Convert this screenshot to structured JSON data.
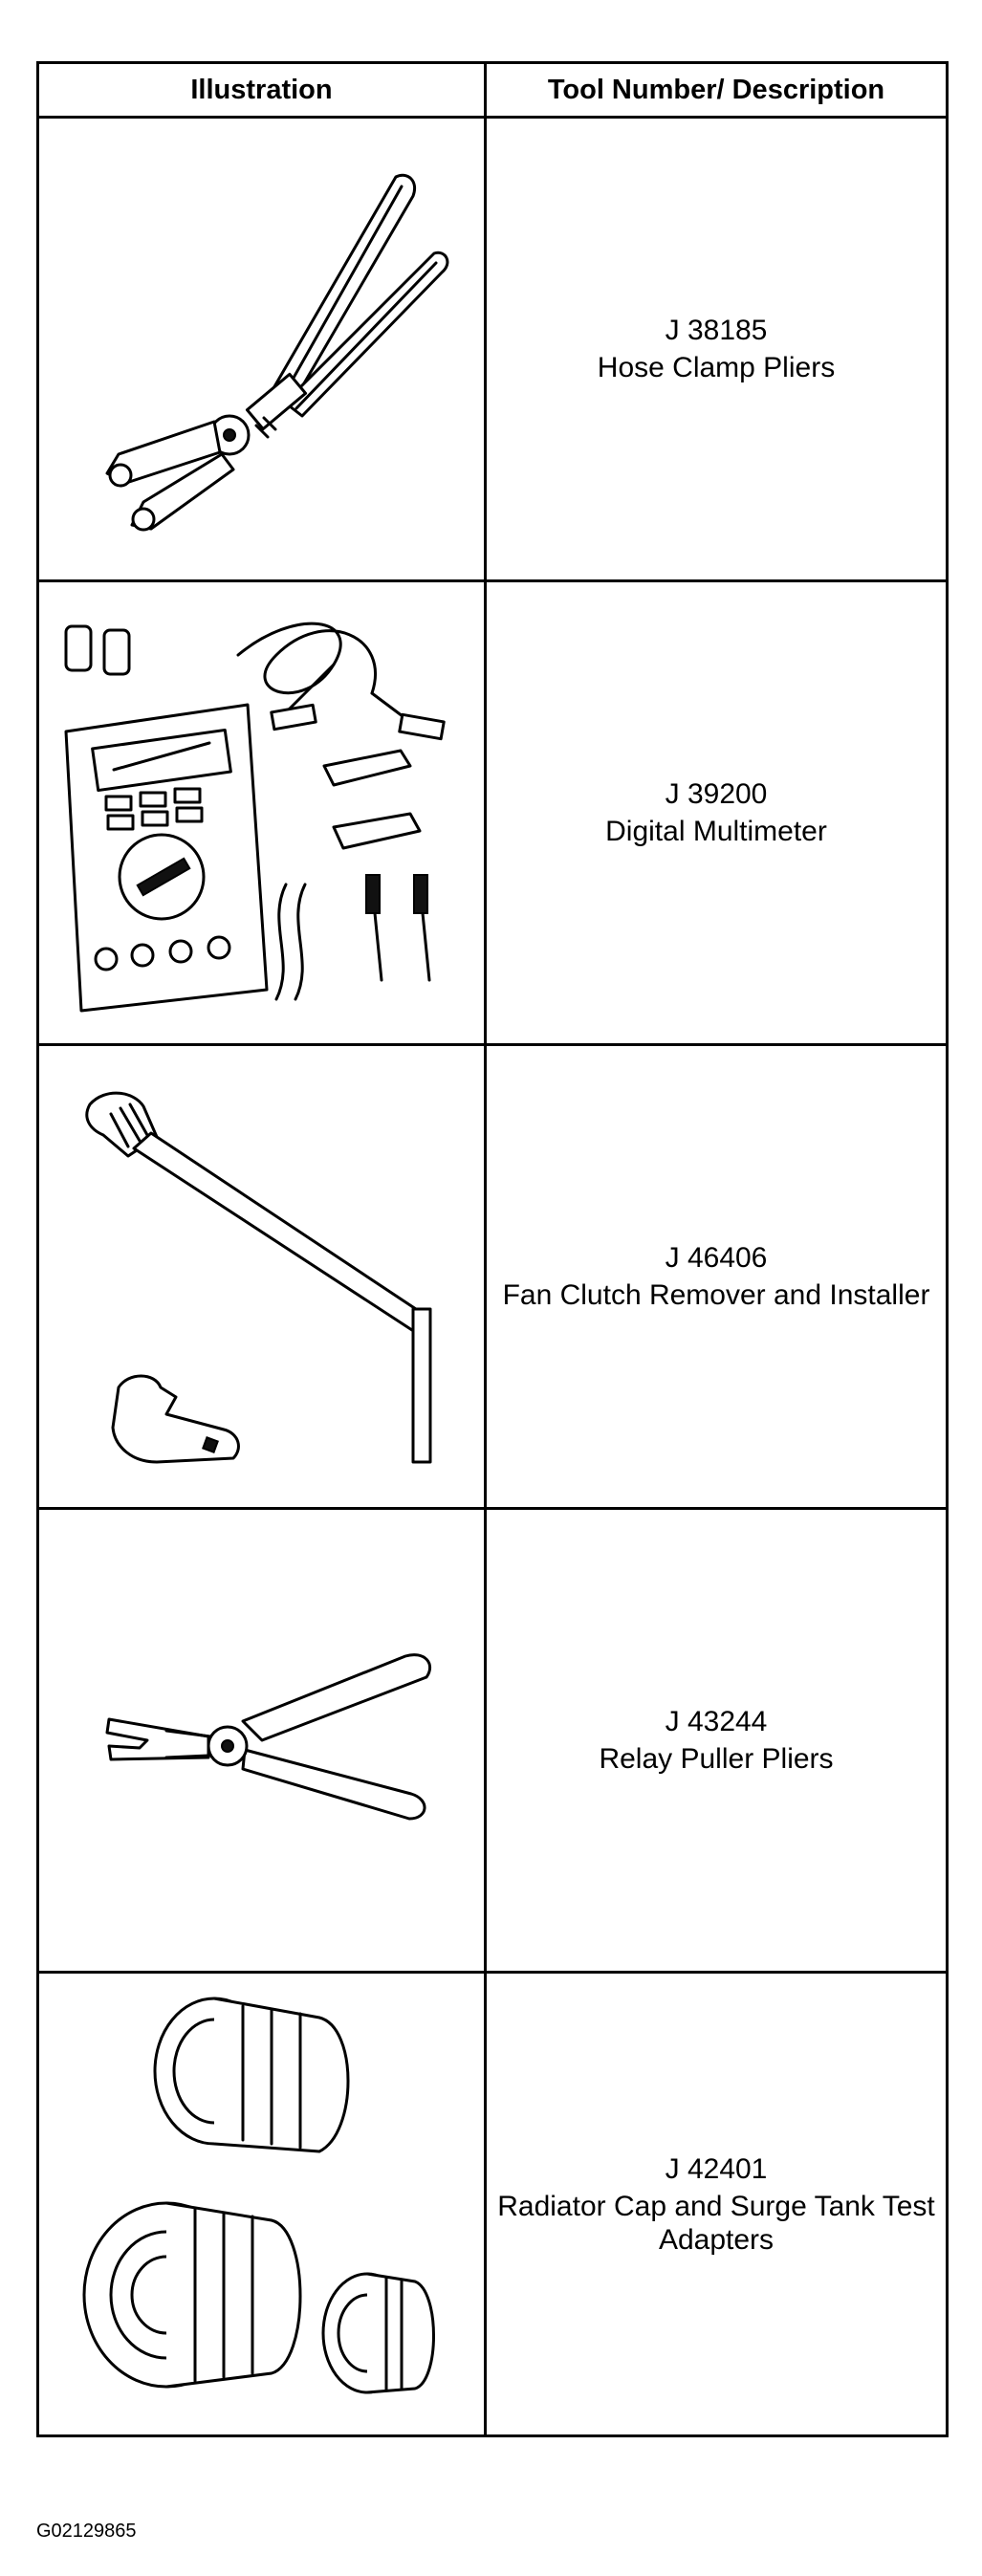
{
  "table": {
    "header": {
      "illustration": "Illustration",
      "description": "Tool Number/ Description"
    },
    "rows": [
      {
        "number": "J 38185",
        "name": "Hose Clamp Pliers",
        "icon": "hose-clamp-pliers-icon"
      },
      {
        "number": "J 39200",
        "name": "Digital Multimeter",
        "icon": "digital-multimeter-icon"
      },
      {
        "number": "J 46406",
        "name": "Fan Clutch Remover and Installer",
        "icon": "fan-clutch-wrench-icon"
      },
      {
        "number": "J 43244",
        "name": "Relay Puller Pliers",
        "icon": "relay-puller-pliers-icon"
      },
      {
        "number": "J 42401",
        "name": "Radiator Cap and Surge Tank Test Adapters",
        "icon": "radiator-cap-adapters-icon"
      }
    ]
  },
  "figure_id": "G02129865"
}
